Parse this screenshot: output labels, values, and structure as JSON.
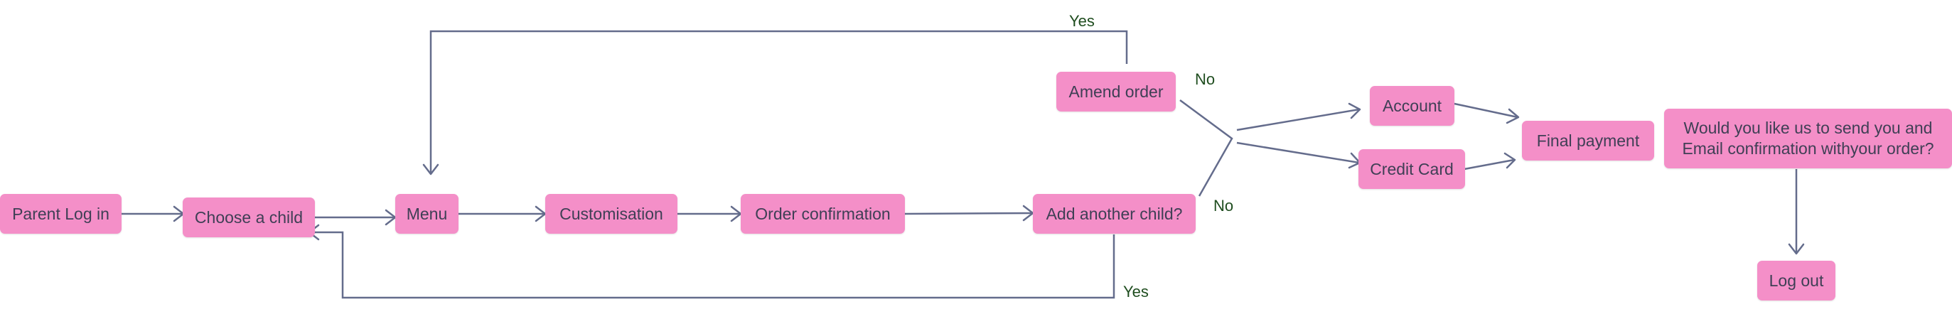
{
  "nodes": {
    "parent_login": "Parent Log in",
    "choose_child": "Choose a child",
    "menu": "Menu",
    "customisation": "Customisation",
    "order_confirmation": "Order confirmation",
    "add_another_child": "Add another child?",
    "amend_order": "Amend order",
    "account": "Account",
    "credit_card": "Credit Card",
    "final_payment": "Final  payment",
    "email_confirmation_line1": "Would you like us to send you and",
    "email_confirmation_line2": "Email confirmation withyour order?",
    "log_out": "Log out"
  },
  "edge_labels": {
    "amend_yes": "Yes",
    "amend_no": "No",
    "add_child_no": "No",
    "add_child_yes": "Yes"
  },
  "colors": {
    "node_fill": "#f48fc8",
    "edge_stroke": "#646c8c",
    "label_text": "#1f4d1f"
  }
}
